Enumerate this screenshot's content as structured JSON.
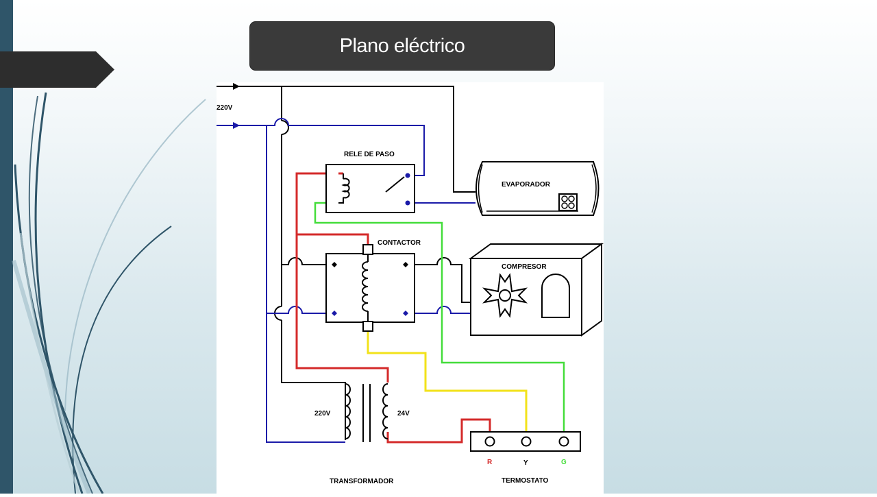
{
  "slide": {
    "title": "Plano eléctrico"
  },
  "diagram": {
    "labels": {
      "supply_voltage": "220V",
      "relay": "RELE DE PASO",
      "contactor": "CONTACTOR",
      "evaporator": "EVAPORADOR",
      "compressor": "COMPRESOR",
      "primary_voltage": "220V",
      "secondary_voltage": "24V",
      "transformer": "TRANSFORMADOR",
      "thermostat": "TERMOSTATO",
      "terminal_r": "R",
      "terminal_y": "Y",
      "terminal_g": "G"
    },
    "wire_colors": {
      "line": "#000000",
      "neutral": "#1a1aa8",
      "red": "#d42a2a",
      "yellow": "#f2e21a",
      "green": "#44dd3a"
    },
    "icons": [
      "fan-icon",
      "compressor-body-icon",
      "evaporator-vent-icon",
      "transformer-coil-icon",
      "relay-coil-icon",
      "contactor-coil-icon"
    ]
  },
  "theme": {
    "sidebar_color": "#2f5569",
    "title_bg": "#3a3a3a"
  }
}
